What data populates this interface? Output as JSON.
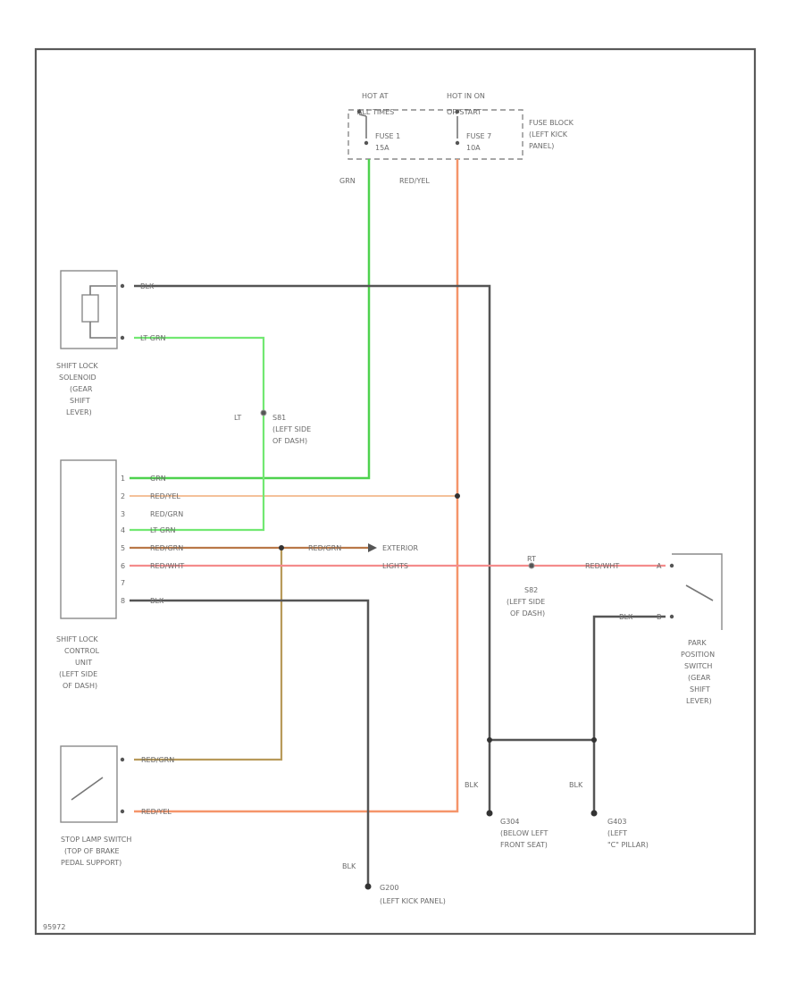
{
  "fuse_block": {
    "hot_at_all_times": "HOT AT",
    "hot_at_all_times_2": "ALL TIMES",
    "hot_in_on": "HOT IN ON",
    "hot_in_on_2": "OR START",
    "fuse_1": "FUSE 1",
    "fuse_1_amp": "15A",
    "fuse_7": "FUSE 7",
    "fuse_7_amp": "10A",
    "label_1": "FUSE BLOCK",
    "label_2": "(LEFT KICK",
    "label_3": "PANEL)"
  },
  "wires": {
    "grn": "GRN",
    "red_yel": "RED/YEL",
    "blk": "BLK",
    "lt_grn": "LT GRN",
    "red_grn": "RED/GRN",
    "red_wht": "RED/WHT"
  },
  "solenoid": {
    "label_1": "SHIFT LOCK",
    "label_2": "SOLENOID",
    "label_3": "(GEAR",
    "label_4": "SHIFT",
    "label_5": "LEVER)"
  },
  "control_unit": {
    "label_1": "SHIFT LOCK",
    "label_2": "CONTROL",
    "label_3": "UNIT",
    "label_4": "(LEFT SIDE",
    "label_5": "OF DASH)",
    "pins": [
      "1",
      "2",
      "3",
      "4",
      "5",
      "6",
      "7",
      "8"
    ]
  },
  "splice_s1": {
    "label_1": "S81",
    "label_2": "(LEFT SIDE",
    "label_3": "OF DASH)",
    "pin": "LT"
  },
  "splice_s2": {
    "label_1": "S82",
    "label_2": "(LEFT SIDE",
    "label_3": "OF DASH)",
    "pin": "RT"
  },
  "exterior_lights": {
    "label_1": "EXTERIOR",
    "label_2": "LIGHTS"
  },
  "park_switch": {
    "label_1": "PARK",
    "label_2": "POSITION",
    "label_3": "SWITCH",
    "label_4": "(GEAR",
    "label_5": "SHIFT",
    "label_6": "LEVER)",
    "pin_a": "A",
    "pin_b": "B"
  },
  "stop_lamp_switch": {
    "label_1": "STOP LAMP SWITCH",
    "label_2": "(TOP OF BRAKE",
    "label_3": "PEDAL SUPPORT)"
  },
  "grounds": {
    "g304_1": "G304",
    "g304_2": "(BELOW LEFT",
    "g304_3": "FRONT SEAT)",
    "g403_1": "G403",
    "g403_2": "(LEFT",
    "g403_3": "\"C\" PILLAR)",
    "g200_1": "G200",
    "g200_2": "(LEFT KICK PANEL)"
  },
  "footer_code": "95972"
}
